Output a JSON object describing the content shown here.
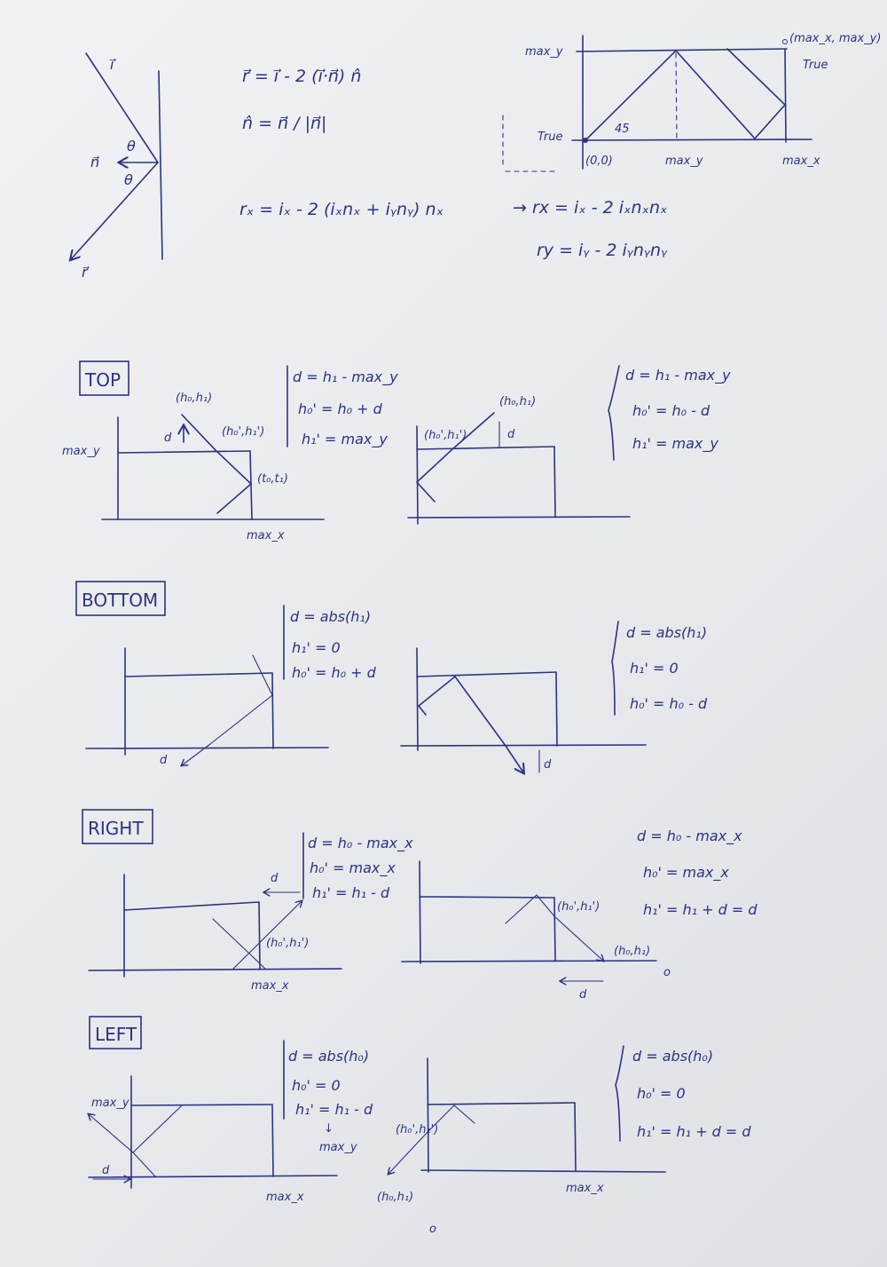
{
  "reflection": {
    "labels": {
      "incident": "i⃗",
      "normal": "n⃗",
      "theta_in": "θ",
      "theta_out": "θ",
      "reflected": "r⃗"
    },
    "equations": {
      "r_vector": "r⃗ = i⃗ - 2 (i⃗·n⃗) n̂",
      "n_hat": "n̂ = n⃗ / |n⃗|",
      "r_x_full": "rₓ = iₓ - 2 (iₓnₓ + iᵧnᵧ) nₓ",
      "r_x_simplified": "→ rx = iₓ - 2 iₓnₓnₓ",
      "r_y_simplified": "ry = iᵧ - 2 iᵧnᵧnᵧ"
    }
  },
  "bounds_diagram": {
    "max_y_label": "max_y",
    "corner_label": "(max_x, max_y)",
    "true_top": "True",
    "true_bottom": "True",
    "angle": "45",
    "origin": "(0,0)",
    "x_tick_mid": "max_y",
    "x_tick_end": "max_x"
  },
  "sections": {
    "top": {
      "title": "TOP",
      "left": {
        "p_start": "(h₀,h₁)",
        "d": "d",
        "p_new": "(h₀',h₁')",
        "t": "(t₀,t₁)",
        "max_y": "max_y",
        "max_x": "max_x",
        "eq": [
          "d = h₁ - max_y",
          "h₀' = h₀ + d",
          "h₁' = max_y"
        ]
      },
      "right": {
        "p_start": "(h₀,h₁)",
        "p_new": "(h₀',h₁')",
        "d": "d",
        "eq": [
          "d = h₁ - max_y",
          "h₀' = h₀ - d",
          "h₁' = max_y"
        ]
      }
    },
    "bottom": {
      "title": "BOTTOM",
      "left": {
        "d": "d",
        "eq": [
          "d = abs(h₁)",
          "h₁' = 0",
          "h₀' = h₀ + d"
        ]
      },
      "right": {
        "d": "d",
        "eq": [
          "d = abs(h₁)",
          "h₁' = 0",
          "h₀' = h₀ - d"
        ]
      }
    },
    "right": {
      "title": "RIGHT",
      "left": {
        "d": "d",
        "p_new": "(h₀',h₁')",
        "max_x": "max_x",
        "eq": [
          "d = h₀ - max_x",
          "h₀' = max_x",
          "h₁' = h₁ - d"
        ]
      },
      "right": {
        "p_new": "(h₀',h₁')",
        "p_start": "(h₀,h₁)",
        "o": "o",
        "d": "d",
        "eq": [
          "d = h₀ - max_x",
          "h₀' = max_x",
          "h₁' = h₁ + d = d"
        ]
      }
    },
    "left": {
      "title": "LEFT",
      "left": {
        "max_y": "max_y",
        "d": "d",
        "max_x": "max_x",
        "eq": [
          "d = abs(h₀)",
          "h₀' = 0",
          "h₁' = h₁ - d"
        ],
        "arrow": "↓",
        "note": "max_y"
      },
      "right": {
        "p_new": "(h₀',h₁')",
        "p_start": "(h₀,h₁)",
        "o": "o",
        "max_x": "max_x",
        "eq": [
          "d = abs(h₀)",
          "h₀' = 0",
          "h₁' = h₁ + d = d"
        ]
      }
    }
  },
  "colors": {
    "ink": "#2d3380",
    "paper": "#eceef1"
  }
}
